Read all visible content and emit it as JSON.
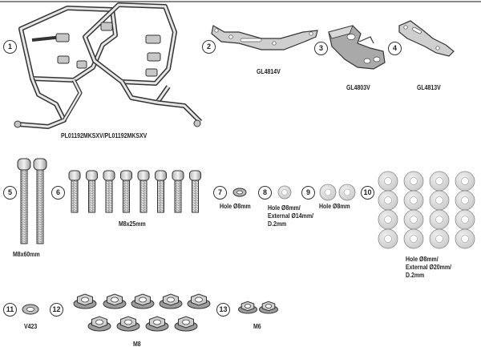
{
  "parts": [
    {
      "num": "1",
      "label": "PL01192MKSXV/PL01192MKSXV"
    },
    {
      "num": "2",
      "label": "GL4814V"
    },
    {
      "num": "3",
      "label": "GL4803V"
    },
    {
      "num": "4",
      "label": "GL4813V"
    },
    {
      "num": "5",
      "label": "M8x60mm"
    },
    {
      "num": "6",
      "label": "M8x25mm"
    },
    {
      "num": "7",
      "label": "Hole Ø8mm"
    },
    {
      "num": "8",
      "label_lines": [
        "Hole Ø8mm/",
        "External Ø14mm/",
        "D.2mm"
      ]
    },
    {
      "num": "9",
      "label": "Hole Ø8mm"
    },
    {
      "num": "10",
      "label_lines": [
        "Hole Ø8mm/",
        "External Ø20mm/",
        "D.2mm"
      ]
    },
    {
      "num": "11",
      "label": "V423"
    },
    {
      "num": "12",
      "label": "M8"
    },
    {
      "num": "13",
      "label": "M6"
    }
  ],
  "colors": {
    "line": "#333333",
    "metal": "#cccccc",
    "dark_metal": "#9a9a9a",
    "washer": "#d9d9d9",
    "background": "#ffffff"
  }
}
